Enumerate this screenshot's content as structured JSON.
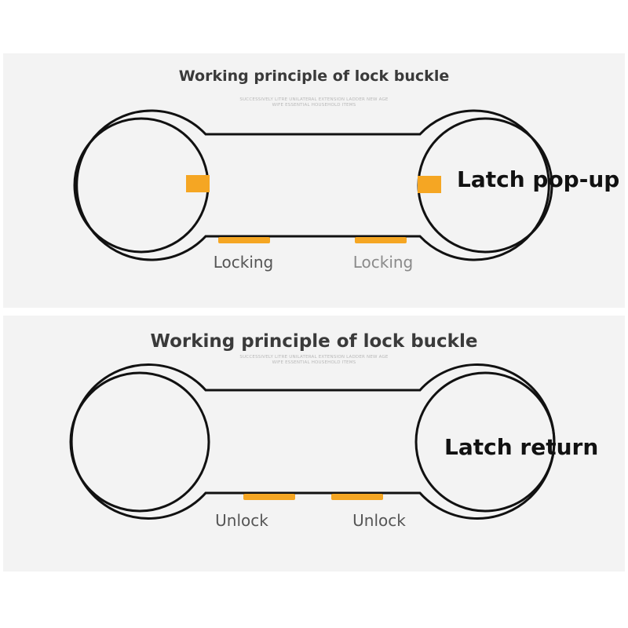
{
  "colors": {
    "panel_bg": "#f3f3f3",
    "outline": "#111111",
    "latch_orange": "#f5a623",
    "title_text": "#3a3a3a",
    "label_text": "#555555"
  },
  "top_panel": {
    "title": "Working principle of lock buckle",
    "subtitle_line1": "SUCCESSIVELY LITRE UNILATERAL EXTENSION LADDER NEW AGE",
    "subtitle_line2": "WIFE ESSENTIAL HOUSEHOLD ITEMS",
    "left_label": "Locking",
    "right_label": "Locking",
    "callout": "Latch pop-up"
  },
  "bottom_panel": {
    "title": "Working principle of lock buckle",
    "subtitle_line1": "SUCCESSIVELY LITRE UNILATERAL EXTENSION LADDER NEW AGE",
    "subtitle_line2": "WIFE ESSENTIAL HOUSEHOLD ITEMS",
    "left_label": "Unlock",
    "right_label": "Unlock",
    "callout": "Latch return"
  }
}
